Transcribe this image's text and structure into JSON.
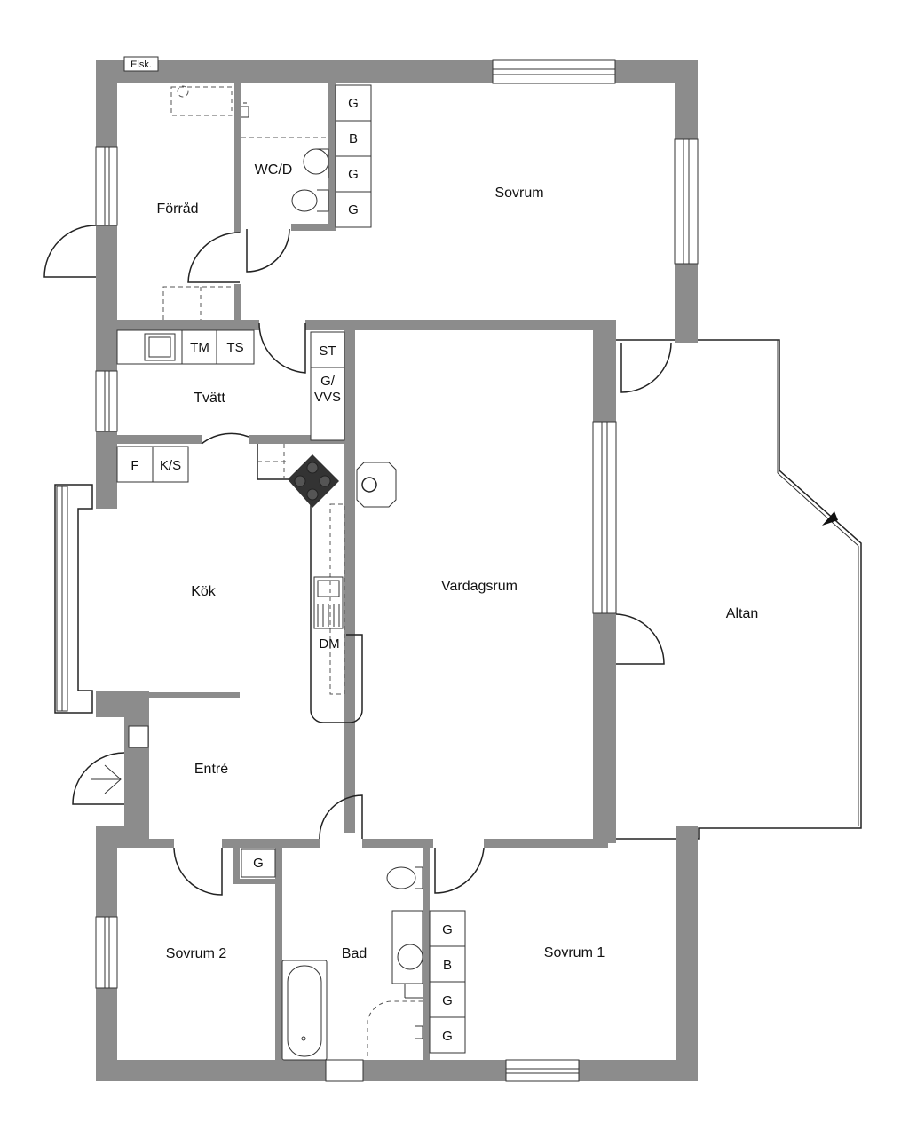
{
  "rooms": {
    "forrad": "Förråd",
    "wcd": "WC/D",
    "sovrum": "Sovrum",
    "tvatt": "Tvätt",
    "kok": "Kök",
    "vardagsrum": "Vardagsrum",
    "altan": "Altan",
    "entre": "Entré",
    "sovrum2": "Sovrum 2",
    "bad": "Bad",
    "sovrum1": "Sovrum 1"
  },
  "fixtures": {
    "elsk": "Elsk.",
    "tm": "TM",
    "ts": "TS",
    "st": "ST",
    "g_vvs_line1": "G/",
    "g_vvs_line2": "VVS",
    "f": "F",
    "ks": "K/S",
    "dm": "DM",
    "wardrobe_top": [
      "G",
      "B",
      "G",
      "G"
    ],
    "wardrobe_entre": "G",
    "wardrobe_sovrum1": [
      "G",
      "B",
      "G",
      "G"
    ]
  }
}
